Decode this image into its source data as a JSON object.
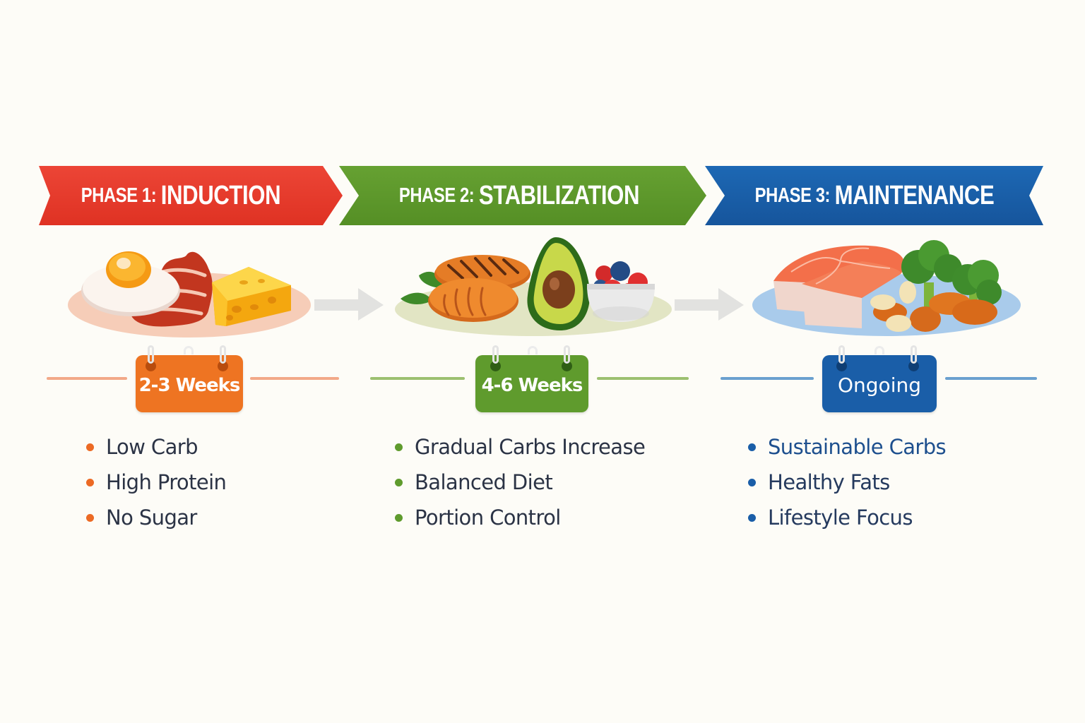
{
  "phases": [
    {
      "id": "phase-1",
      "prefix": "PHASE 1:",
      "name": "INDUCTION",
      "color": "#e63a2c",
      "duration": "2-3 Weeks",
      "duration_color": "#ee7422",
      "line_color": "#f2a988",
      "bullet_color": "#ec6a24",
      "text_color": "#2b3345",
      "illustration": "egg-bacon-cheese-plate",
      "bullets": [
        "Low Carb",
        "High Protein",
        "No Sugar"
      ]
    },
    {
      "id": "phase-2",
      "prefix": "PHASE 2:",
      "name": "STABILIZATION",
      "color": "#5e9b2c",
      "duration": "4-6 Weeks",
      "duration_color": "#5f9b2d",
      "line_color": "#9cc070",
      "bullet_color": "#5f9b2d",
      "text_color": "#2b3345",
      "illustration": "chicken-avocado-berries-plate",
      "bullets": [
        "Gradual Carbs Increase",
        "Balanced Diet",
        "Portion Control"
      ]
    },
    {
      "id": "phase-3",
      "prefix": "PHASE 3:",
      "name": "MAINTENANCE",
      "color": "#1a5ea8",
      "duration": "Ongoing",
      "duration_color": "#1a5ea8",
      "line_color": "#6aa0cf",
      "bullet_color": "#1a5ea8",
      "text_color": "#253a5e",
      "first_bullet_color": "#1d4f8e",
      "illustration": "salmon-broccoli-nuts-plate",
      "bullets": [
        "Sustainable Carbs",
        "Healthy Fats",
        "Lifestyle Focus"
      ]
    }
  ],
  "flow": {
    "arrow_icon": "right-arrow-icon",
    "arrow_color": "#e2e2e0"
  },
  "background": "#fdfcf7"
}
